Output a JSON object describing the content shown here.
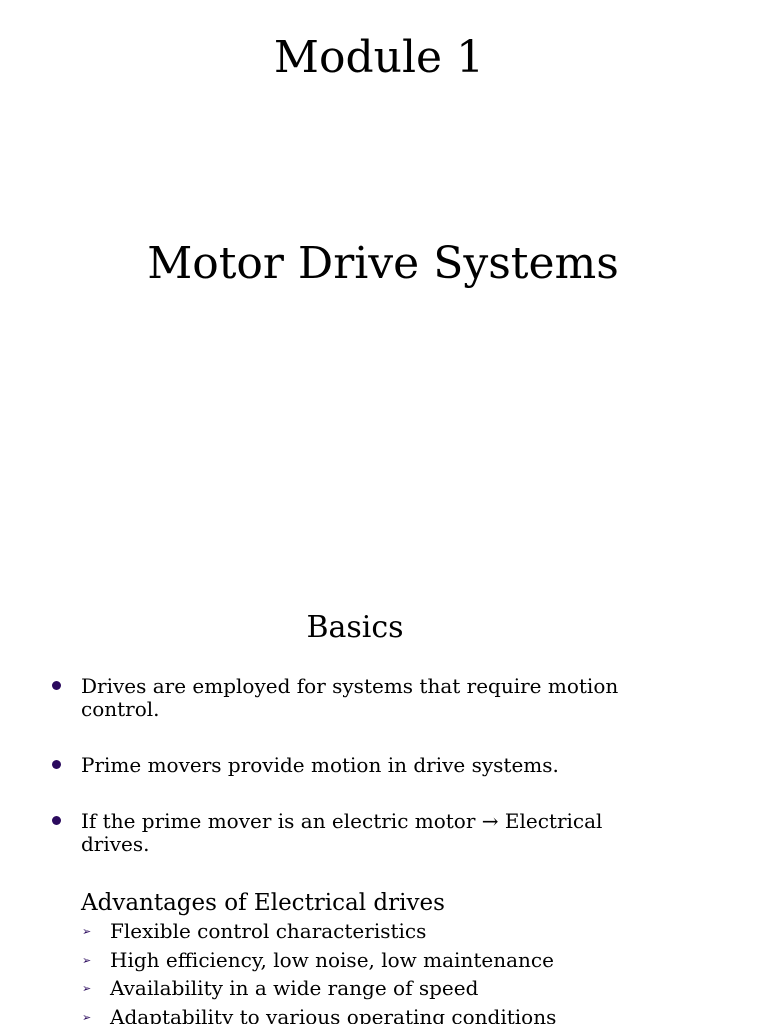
{
  "slide1": {
    "module_title": "Module 1",
    "main_title": "Motor Drive Systems"
  },
  "slide2": {
    "heading": "Basics",
    "bullets": [
      "Drives are employed for systems that require motion\ncontrol.",
      "Prime movers provide motion in drive systems.",
      "If the prime mover is an electric motor → Electrical\ndrives."
    ],
    "advantages": {
      "heading": "Advantages of Electrical drives",
      "items": [
        "Flexible control characteristics",
        "High efficiency, low noise, low maintenance",
        "Availability in a wide range of speed",
        "Adaptability to various operating conditions"
      ],
      "marker_icon": "arrowhead-bullet-icon"
    },
    "bullet_icon": "round-bullet-icon",
    "bullet_color": "#2b0a5e"
  }
}
